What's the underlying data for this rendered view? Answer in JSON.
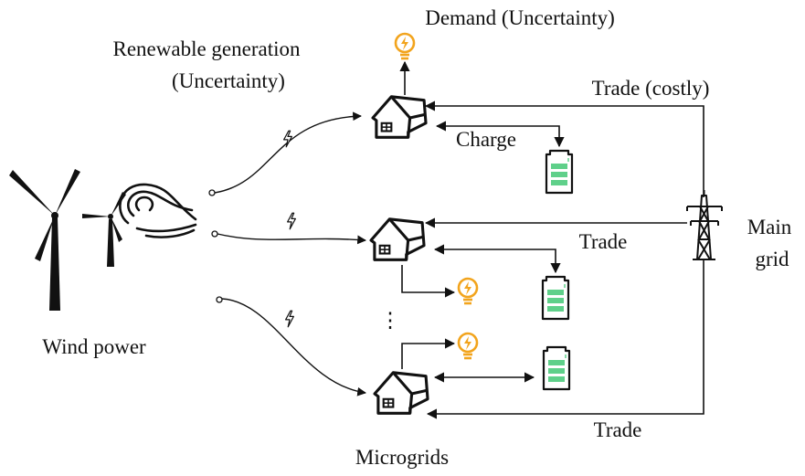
{
  "labels": {
    "demand": "Demand (Uncertainty)",
    "renewable_line1": "Renewable generation",
    "renewable_line2": "(Uncertainty)",
    "trade_costly": "Trade (costly)",
    "charge": "Charge",
    "trade_middle": "Trade",
    "trade_bottom": "Trade",
    "main_grid_line1": "Main",
    "main_grid_line2": "grid",
    "wind_power": "Wind power",
    "microgrids": "Microgrids",
    "ellipsis": "⋮"
  },
  "colors": {
    "battery_fill": "#5fd08a",
    "bulb": "#f2a41d",
    "stroke": "#111111"
  },
  "icons": [
    "wind-turbine-icon",
    "wind-gust-icon",
    "house-icon",
    "battery-icon",
    "lightbulb-icon",
    "transmission-tower-icon",
    "lightning-icon"
  ]
}
